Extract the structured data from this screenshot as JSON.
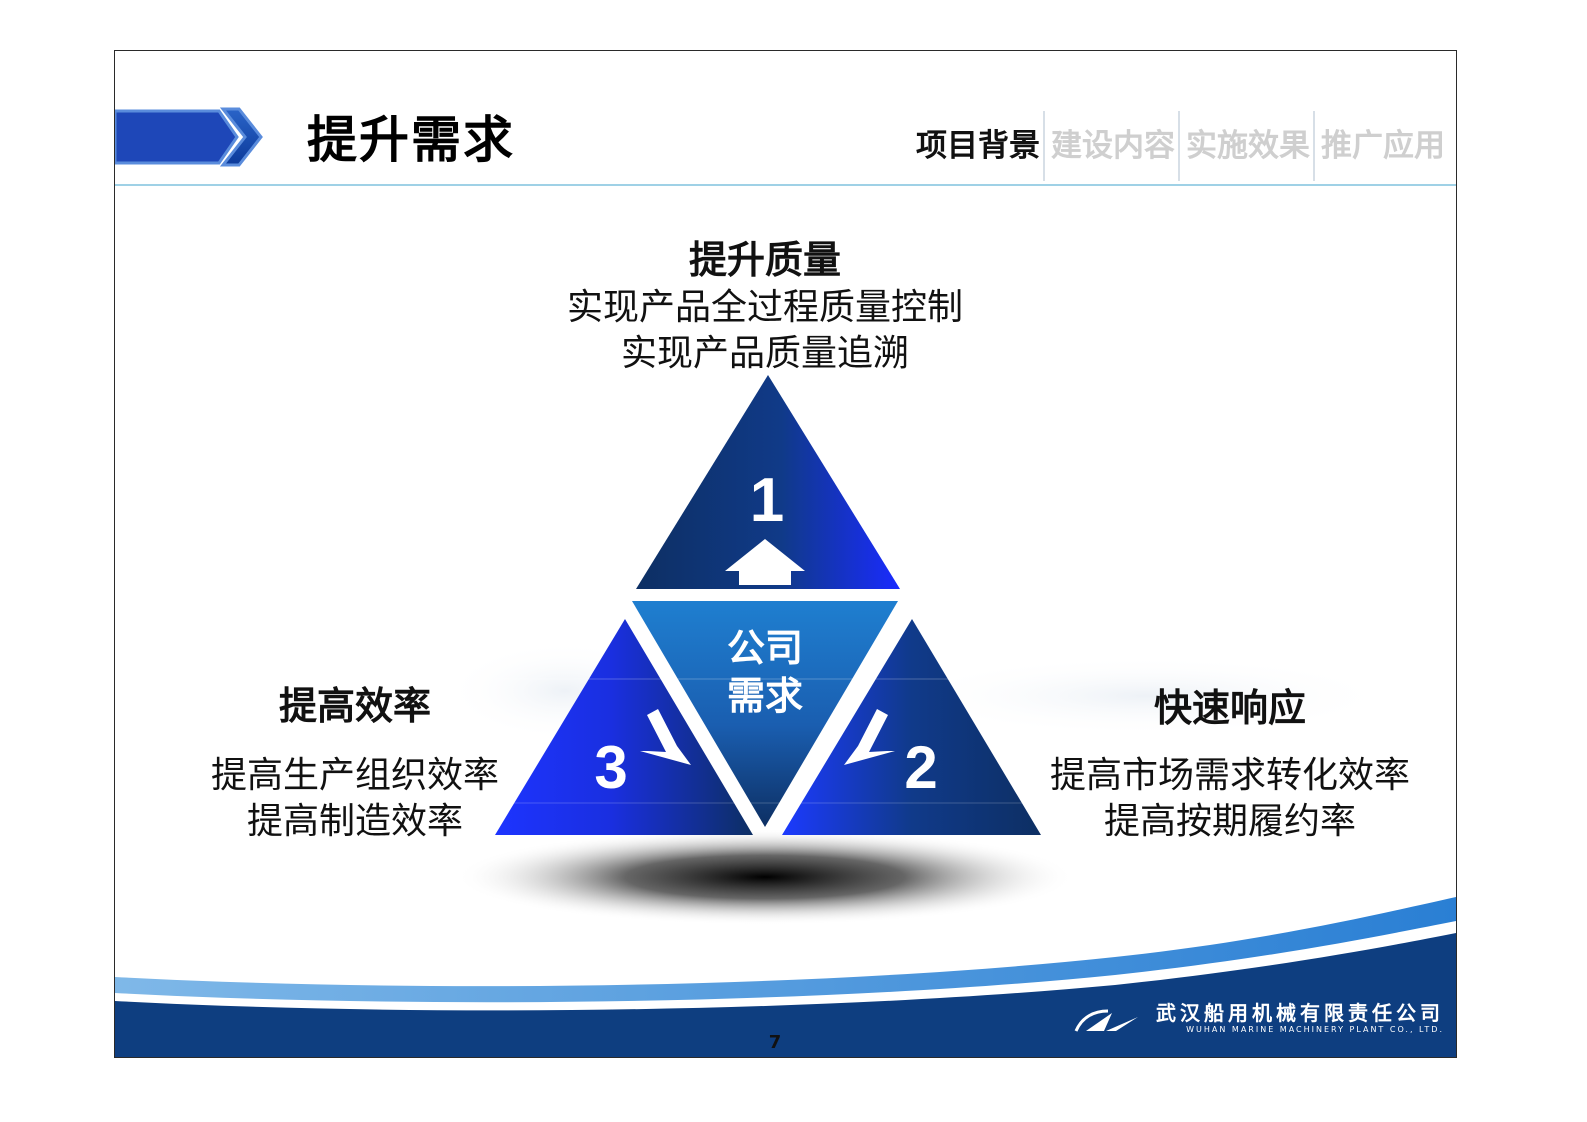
{
  "header": {
    "title": "提升需求",
    "nav": [
      {
        "label": "项目背景",
        "active": true
      },
      {
        "label": "建设内容",
        "active": false
      },
      {
        "label": "实施效果",
        "active": false
      },
      {
        "label": "推广应用",
        "active": false
      }
    ]
  },
  "diagram": {
    "center_label_1": "公司",
    "center_label_2": "需求",
    "num_top": "1",
    "num_right": "2",
    "num_left": "3"
  },
  "blocks": {
    "top": {
      "heading": "提升质量",
      "lines": [
        "实现产品全过程质量控制",
        "实现产品质量追溯"
      ]
    },
    "left": {
      "heading": "提高效率",
      "lines": [
        "提高生产组织效率",
        "提高制造效率"
      ]
    },
    "right": {
      "heading": "快速响应",
      "lines": [
        "提高市场需求转化效率",
        "提高按期履约率"
      ]
    }
  },
  "footer": {
    "page_number": "7",
    "company_cn": "武汉船用机械有限责任公司",
    "company_en": "WUHAN MARINE MACHINERY PLANT CO., LTD."
  },
  "colors": {
    "accent_blue": "#1a35d6",
    "dark_navy": "#0d2f63",
    "footer_navy": "#0e3e80",
    "header_line": "#9fd1e6"
  }
}
